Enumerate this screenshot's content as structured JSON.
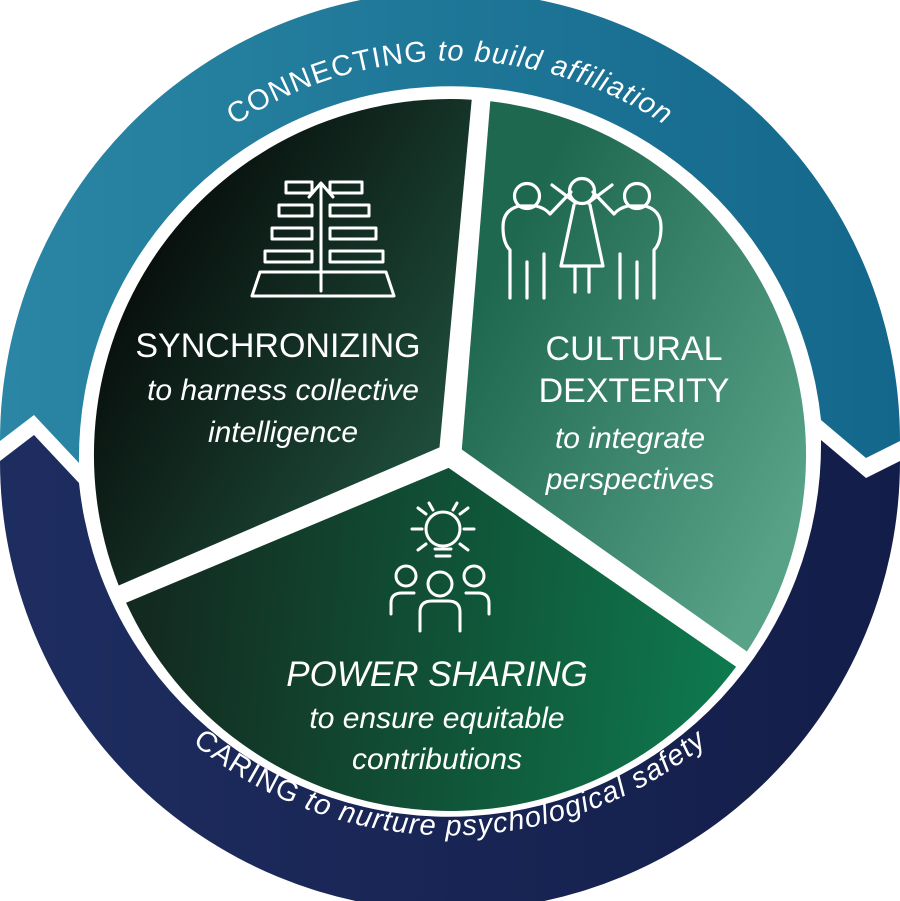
{
  "diagram": {
    "ring": {
      "top": {
        "keyword": "CONNECTING",
        "rest": " to build affiliation"
      },
      "bottom": {
        "keyword": "CARING",
        "rest": " to nurture psychological safety"
      }
    },
    "wedges": {
      "synchronizing": {
        "title": "SYNCHRONIZING",
        "subtitle_line1": "to harness collective",
        "subtitle_line2": "intelligence",
        "icon": "stacked-bars-up-arrow-icon"
      },
      "cultural_dexterity": {
        "title_line1": "CULTURAL",
        "title_line2": "DEXTERITY",
        "subtitle_line1": "to integrate",
        "subtitle_line2": "perspectives",
        "icon": "three-people-linked-icon"
      },
      "power_sharing": {
        "title": "POWER SHARING",
        "subtitle_line1": "to ensure equitable",
        "subtitle_line2": "contributions",
        "icon": "team-lightbulb-icon"
      }
    },
    "colors": {
      "ring_top_start": "#2A86A4",
      "ring_top_end": "#13678B",
      "ring_bottom_start": "#1E2D60",
      "ring_bottom_end": "#131D49",
      "wedge_sync_start": "#060A08",
      "wedge_sync_end": "#215441",
      "wedge_cultural_start": "#1F6850",
      "wedge_cultural_end": "#58A288",
      "wedge_power_start": "#132A20",
      "wedge_power_end": "#0E7B4F",
      "text": "#FFFFFF",
      "background": "#FFFFFF"
    }
  }
}
